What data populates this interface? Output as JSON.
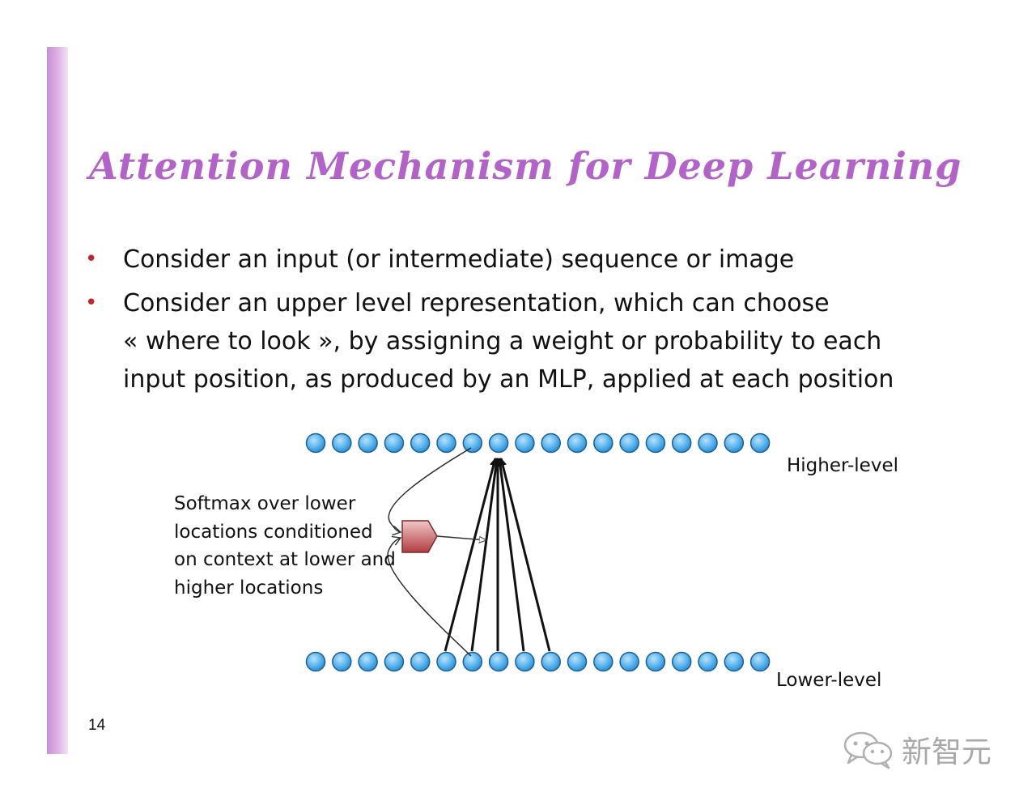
{
  "slide": {
    "title": "Attention Mechanism for Deep Learning",
    "page_number": "14"
  },
  "bullets": [
    {
      "marker": "•",
      "lines": [
        "Consider an input (or intermediate) sequence or image"
      ]
    },
    {
      "marker": "•",
      "lines": [
        "Consider an upper level representation, which can choose",
        "« where to look », by assigning a weight or probability to each",
        "input position, as produced by an MLP, applied at each position"
      ]
    }
  ],
  "diagram": {
    "higher_label": "Higher-level",
    "lower_label": "Lower-level",
    "softmax_caption": [
      "Softmax over lower",
      "locations conditioned",
      "on context at lower and",
      "higher locations"
    ],
    "nodes_per_row": 18,
    "node_color": "#5bb5ee",
    "softmax_color": "#c45a5e"
  },
  "watermark": {
    "icon": "wechat-icon",
    "text": "新智元"
  },
  "colors": {
    "title": "#b163c7",
    "bullet_marker": "#c0262b",
    "left_bar": "#c98fd3"
  }
}
